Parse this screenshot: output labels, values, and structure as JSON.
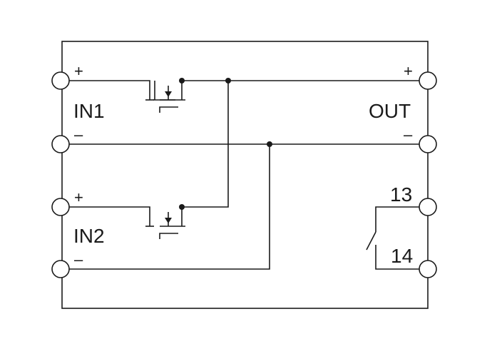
{
  "inputs": {
    "in1": {
      "label": "IN1",
      "plus": "+",
      "minus": "–"
    },
    "in2": {
      "label": "IN2",
      "plus": "+",
      "minus": "–"
    }
  },
  "output": {
    "label": "OUT",
    "plus": "+",
    "minus": "–"
  },
  "relay_contact": {
    "terminal_a": "13",
    "terminal_b": "14"
  },
  "colors": {
    "line": "#1a1a1a",
    "background": "#ffffff"
  }
}
